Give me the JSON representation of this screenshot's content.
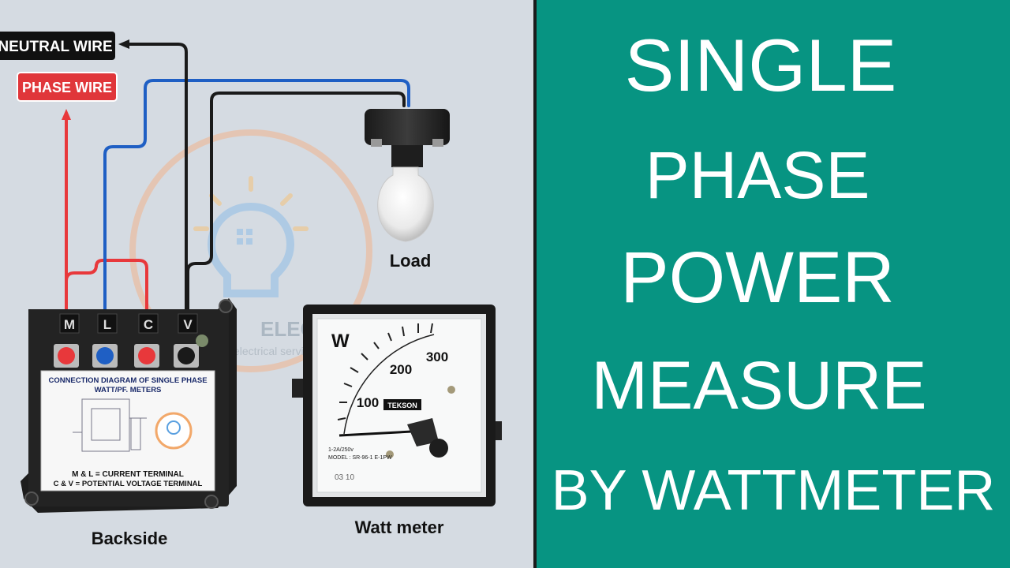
{
  "title_lines": [
    "SINGLE",
    "PHASE",
    "POWER",
    "MEASURE",
    "BY WATTMETER"
  ],
  "labels": {
    "neutral_wire": "NEUTRAL WIRE",
    "phase_wire": "PHASE WIRE",
    "load": "Load",
    "backside": "Backside",
    "watt_meter": "Watt meter"
  },
  "terminals": [
    "M",
    "L",
    "C",
    "V"
  ],
  "backside_plate": {
    "heading_1": "CONNECTION DIAGRAM OF SINGLE PHASE",
    "heading_2": "WATT/PF. METERS",
    "note_1": "M & L = CURRENT TERMINAL",
    "note_2": "C & V = POTENTIAL VOLTAGE TERMINAL"
  },
  "meter": {
    "unit": "W",
    "scale_labels": [
      "100",
      "200",
      "300"
    ],
    "brand": "TEKSON",
    "rating": "1-2A/250v",
    "model": "MODEL : SR-96-1 E-1PW",
    "serial": "03 10"
  },
  "watermark": {
    "brand": "ELECTRICAL",
    "tagline": "electrical services"
  },
  "colors": {
    "right_panel": "#079482",
    "left_panel": "#d5dbe2",
    "phase_wire": "#e8383b",
    "neutral_wire": "#1f5fc4",
    "return_wire": "#1a1a1a",
    "phase_badge": "#e0363a",
    "neutral_badge": "#111111"
  },
  "icons": [
    "bulb-icon",
    "arrow-up-icon",
    "watermark-logo-icon"
  ]
}
